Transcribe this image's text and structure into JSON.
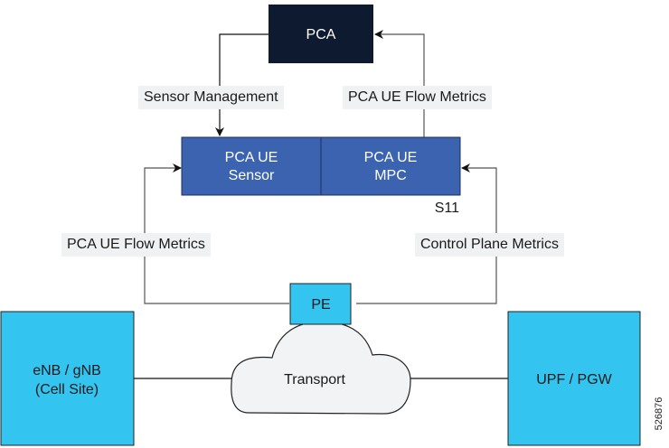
{
  "nodes": {
    "pca": "PCA",
    "sensor": {
      "line1": "PCA UE",
      "line2": "Sensor"
    },
    "mpc": {
      "line1": "PCA UE",
      "line2": "MPC"
    },
    "s11": "S11",
    "pe": "PE",
    "transport": "Transport",
    "cell_site": {
      "line1": "eNB / gNB",
      "line2": "(Cell Site)"
    },
    "upf": "UPF / PGW"
  },
  "labels": {
    "sensor_management": "Sensor Management",
    "pca_flow_metrics_top": "PCA UE Flow Metrics",
    "pca_flow_metrics_left": "PCA UE Flow Metrics",
    "control_plane_metrics": "Control Plane Metrics"
  },
  "figure_id": "526876",
  "colors": {
    "pca_box": "#0d1a30",
    "ue_box": "#3c63b0",
    "cyan_box": "#33c4f0",
    "cloud": "#f2f3f5",
    "label_bg": "#f0f1f3"
  }
}
